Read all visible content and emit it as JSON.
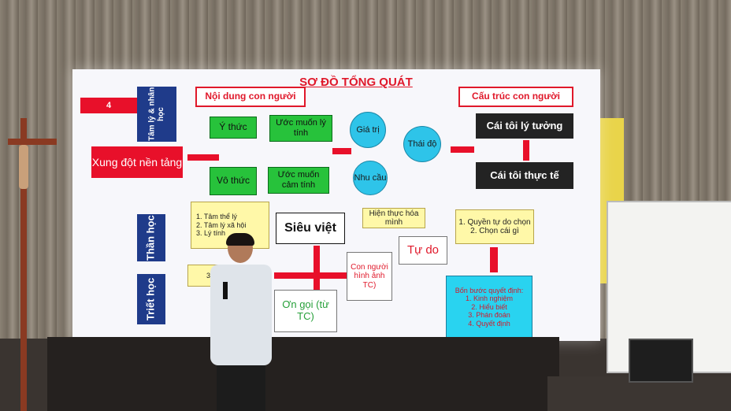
{
  "slide": {
    "number": "4",
    "title": "SƠ ĐỒ TỔNG QUÁT",
    "header_left": "Nội dung con người",
    "header_right": "Cấu trúc con người",
    "side_label_1": "Tâm lý & nhân học",
    "side_label_2": "Thần học",
    "side_label_3": "Triết học",
    "conflict": "Xung đột nền tảng",
    "y_thuc": "Ý thức",
    "vo_thuc": "Vô thức",
    "uoc_muon_ly_tinh": "Ước muốn lý tính",
    "uoc_muon_cam_tinh": "Ước muốn cảm tính",
    "gia_tri": "Giá trị",
    "thai_do": "Thái độ",
    "nhu_cau": "Nhu cầu",
    "cai_toi_ly_tuong": "Cái tôi lý tưởng",
    "cai_toi_thuc_te": "Cái tôi thực tế",
    "list_tam_ly": [
      "1. Tâm thể lý",
      "2. Tâm lý xã hội",
      "3. Lý tính"
    ],
    "ba_cap": "3 cấp",
    "sieu_viet": "Siêu việt",
    "hien_thuc_hoa": "Hiện thực hóa mình",
    "tu_do": "Tự do",
    "con_nguoi": "Con người hình ảnh TC)",
    "on_goi": "Ơn gọi (từ TC)",
    "quyen_tu_do": [
      "1. Quyền tự do chọn",
      "2. Chọn cái gì"
    ],
    "bon_buoc_title": "Bốn bước quyết định:",
    "bon_buoc": [
      "1. Kinh nghiệm",
      "2. Hiểu biết",
      "3. Phán đoán",
      "4. Quyết định"
    ]
  },
  "colors": {
    "red": "#e8102a",
    "green": "#27c23b",
    "navy": "#1f3b8a",
    "cyan": "#29d3f0"
  }
}
